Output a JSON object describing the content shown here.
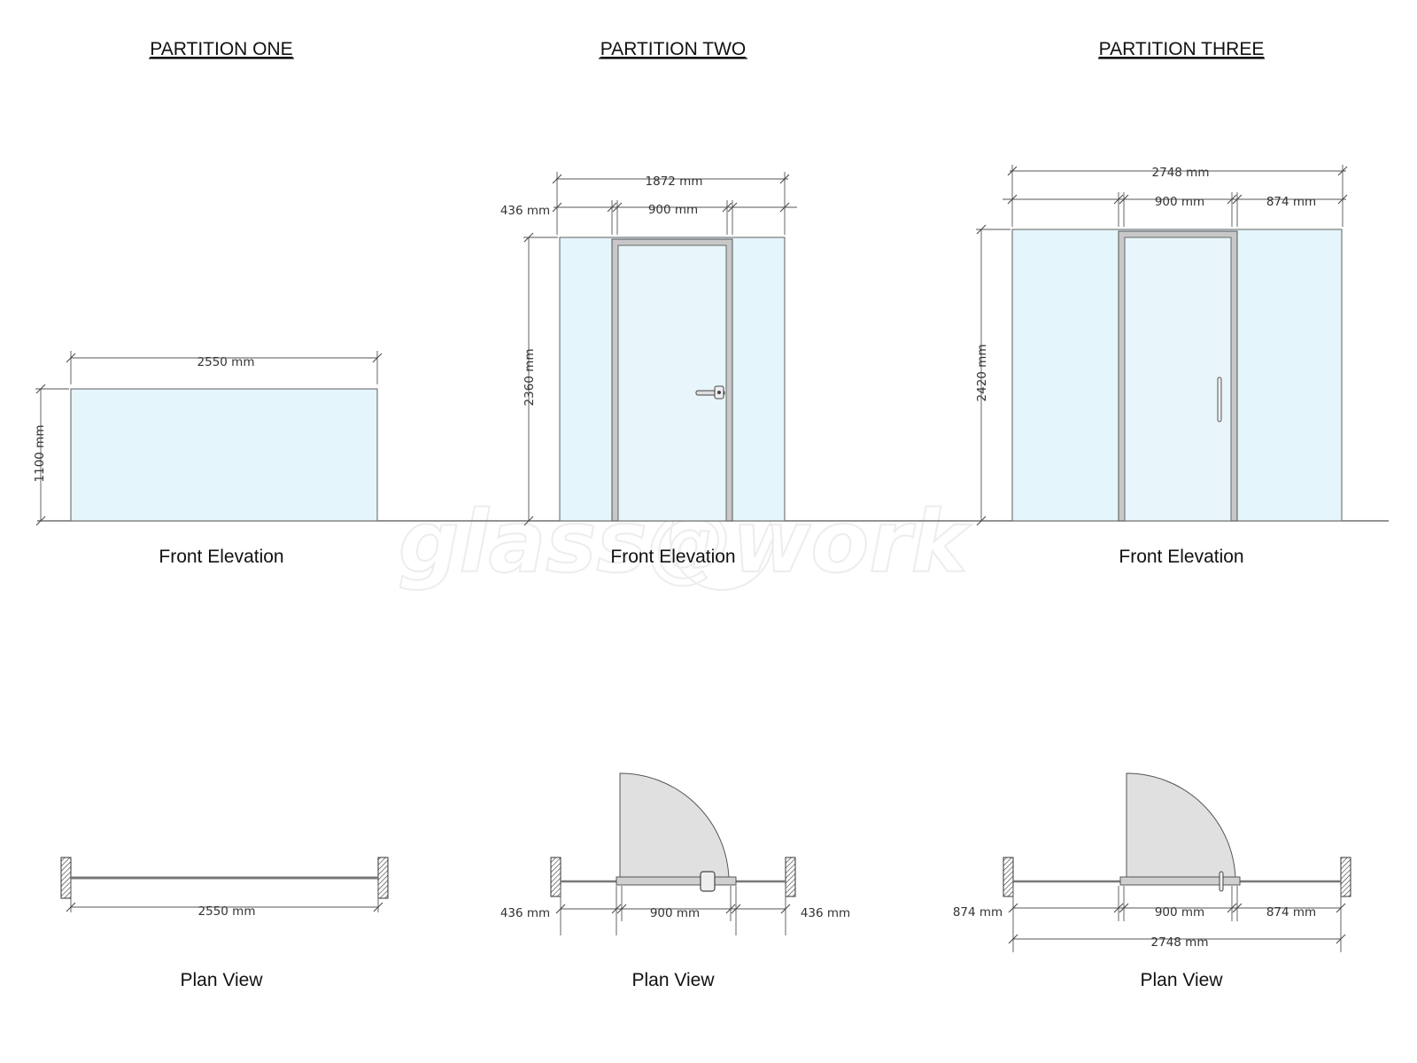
{
  "titles": {
    "one": "PARTITION ONE",
    "two": "PARTITION TWO",
    "three": "PARTITION THREE"
  },
  "captions": {
    "front_elevation": "Front Elevation",
    "plan_view": "Plan View"
  },
  "watermark": "glass@work",
  "partition_one": {
    "elevation": {
      "width": "2550 mm",
      "height": "1100 mm"
    },
    "plan": {
      "width": "2550 mm"
    }
  },
  "partition_two": {
    "elevation": {
      "overall": "1872 mm",
      "side_panel": "436 mm",
      "door": "900 mm",
      "height": "2360 mm"
    },
    "plan": {
      "left": "436 mm",
      "door": "900 mm",
      "right": "436 mm"
    }
  },
  "partition_three": {
    "elevation": {
      "overall": "2748 mm",
      "door": "900 mm",
      "side_panel": "874 mm",
      "height": "2420 mm"
    },
    "plan": {
      "left": "874 mm",
      "door": "900 mm",
      "right": "874 mm",
      "overall": "2748 mm"
    }
  },
  "colors": {
    "glass": "#e4f5fb",
    "frame": "#c8c8c8",
    "line": "#555555"
  }
}
